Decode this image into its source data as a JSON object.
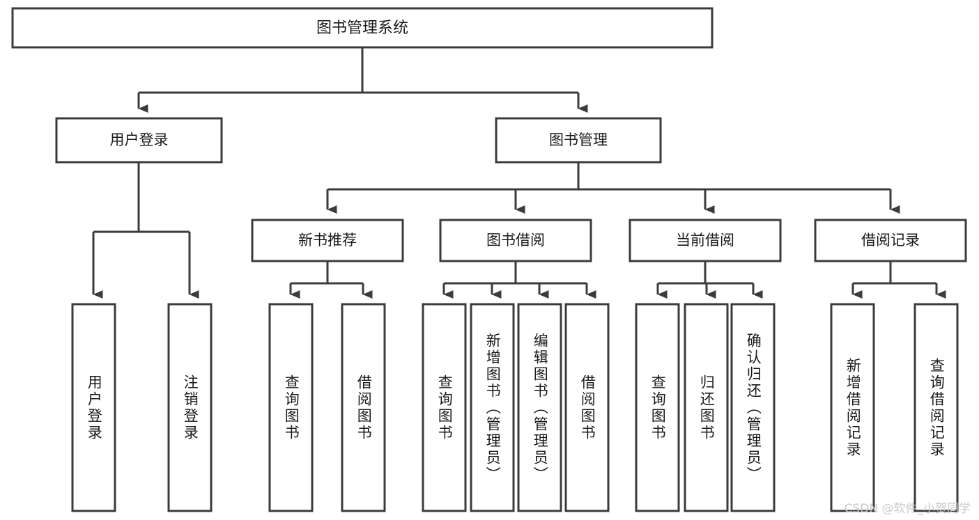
{
  "diagram": {
    "title": "图书管理系统",
    "type": "hierarchy-tree",
    "colors": {
      "stroke": "#3b3b3b",
      "fill": "#ffffff",
      "text": "#1a1a1a",
      "watermark": "#c9c9c9",
      "background": "#ffffff"
    },
    "levels": {
      "root": {
        "label": "图书管理系统"
      },
      "level2": [
        {
          "label": "用户登录"
        },
        {
          "label": "图书管理"
        }
      ],
      "level3": [
        {
          "label": "新书推荐"
        },
        {
          "label": "图书借阅"
        },
        {
          "label": "当前借阅"
        },
        {
          "label": "借阅记录"
        }
      ],
      "leaves": {
        "user_login": [
          {
            "label": "用户登录"
          },
          {
            "label": "注销登录"
          }
        ],
        "new_book_recommend": [
          {
            "label": "查询图书"
          },
          {
            "label": "借阅图书"
          }
        ],
        "book_borrow": [
          {
            "label": "查询图书"
          },
          {
            "label": "新增图书（管理员）"
          },
          {
            "label": "编辑图书（管理员）"
          },
          {
            "label": "借阅图书"
          }
        ],
        "current_borrow": [
          {
            "label": "查询图书"
          },
          {
            "label": "归还图书"
          },
          {
            "label": "确认归还（管理员）"
          }
        ],
        "borrow_record": [
          {
            "label": "新增借阅记录"
          },
          {
            "label": "查询借阅记录"
          }
        ]
      }
    }
  },
  "watermark": {
    "text": "CSDN @软件_小贺同学"
  }
}
